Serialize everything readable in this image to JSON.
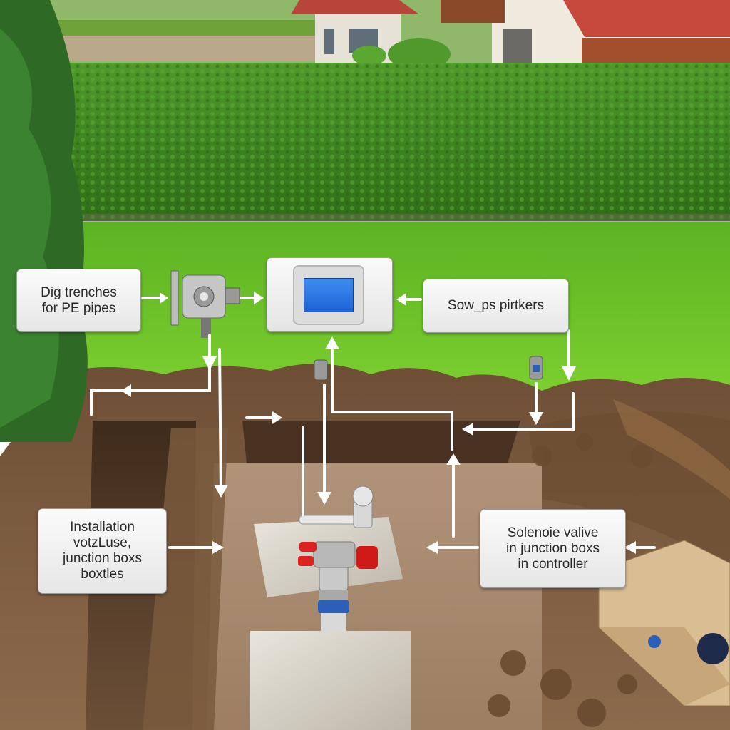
{
  "labels": {
    "dig": [
      "Dig trenches",
      "for PE pipes"
    ],
    "sow": [
      "Sow_ps pirtkers"
    ],
    "installation": [
      "Installation",
      "votzLuse,",
      "junction boxs",
      "boxtles"
    ],
    "solenoid": [
      "Solenoie valive",
      "in  junction boxs",
      "in controller"
    ]
  },
  "icons": {
    "valve_top": "valve-icon",
    "controller": "irrigation-controller-icon",
    "sprinkler": "sprinkler-head-icon",
    "main_valve": "solenoid-valve-icon",
    "box": "cardboard-box-icon"
  },
  "colors": {
    "sky_field": "#7fb54a",
    "hedge": "#3f8a1f",
    "lawn": "#6fc22c",
    "soil": "#7a5a3e",
    "arrow": "#ffffff",
    "label_bg": "#f2f2f2",
    "controller_screen": "#2f7ae5"
  }
}
